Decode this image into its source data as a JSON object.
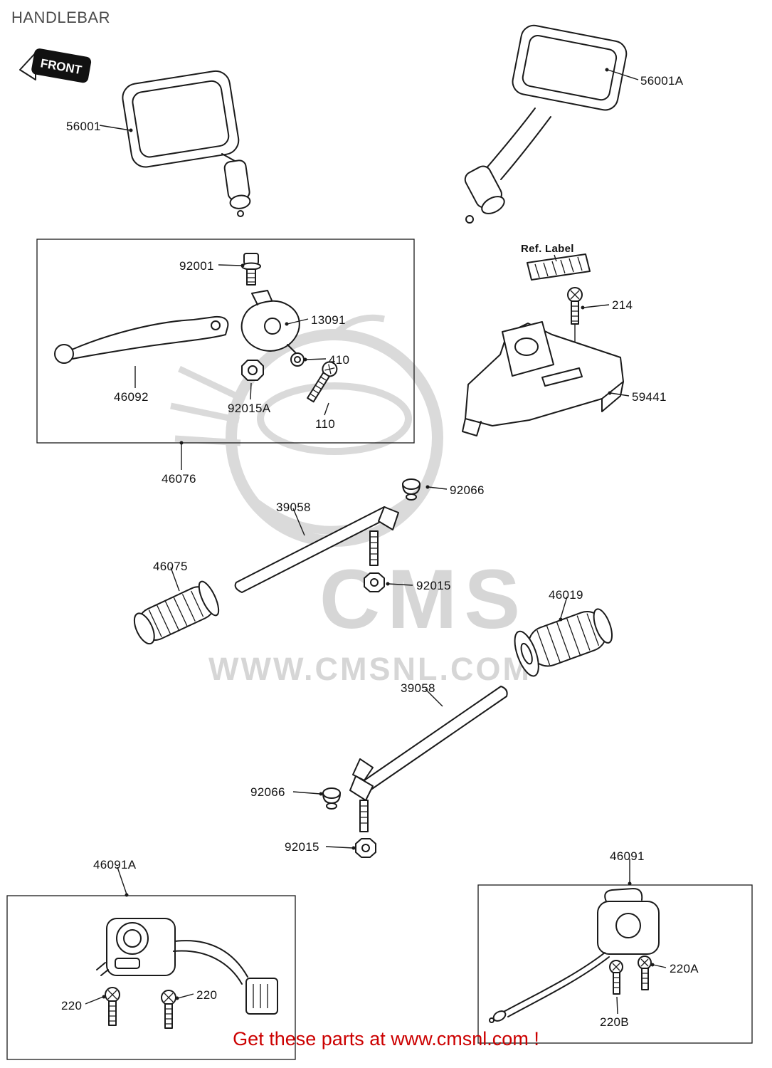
{
  "page": {
    "title": "HANDLEBAR",
    "front_badge": "FRONT",
    "watermark_logo": "CMS",
    "watermark_url": "WWW.CMSNL.COM",
    "footer_text": "Get these parts at www.cmsnl.com !",
    "accent_red": "#cc0000",
    "line_color": "#1a1a1a",
    "watermark_color": "#d8d8d8"
  },
  "labels": {
    "mirror_left": "56001",
    "mirror_right": "56001A",
    "bolt_top": "92001",
    "lever_clamp": "13091",
    "washer": "410",
    "lever": "46092",
    "nut_a": "92015A",
    "bolt_pivot": "110",
    "lever_assembly": "46076",
    "ref_label": "Ref. Label",
    "screw_cover": "214",
    "cover": "59441",
    "cap_upper": "92066",
    "rod_upper": "39058",
    "grip_left": "46075",
    "nut_upper": "92015",
    "grip_right": "46019",
    "rod_lower": "39058",
    "cap_lower": "92066",
    "nut_lower": "92015",
    "switch_left": "46091A",
    "screw_switch_left_1": "220",
    "screw_switch_left_2": "220",
    "switch_right": "46091",
    "screw_switch_right_a": "220A",
    "screw_switch_right_b": "220B"
  }
}
